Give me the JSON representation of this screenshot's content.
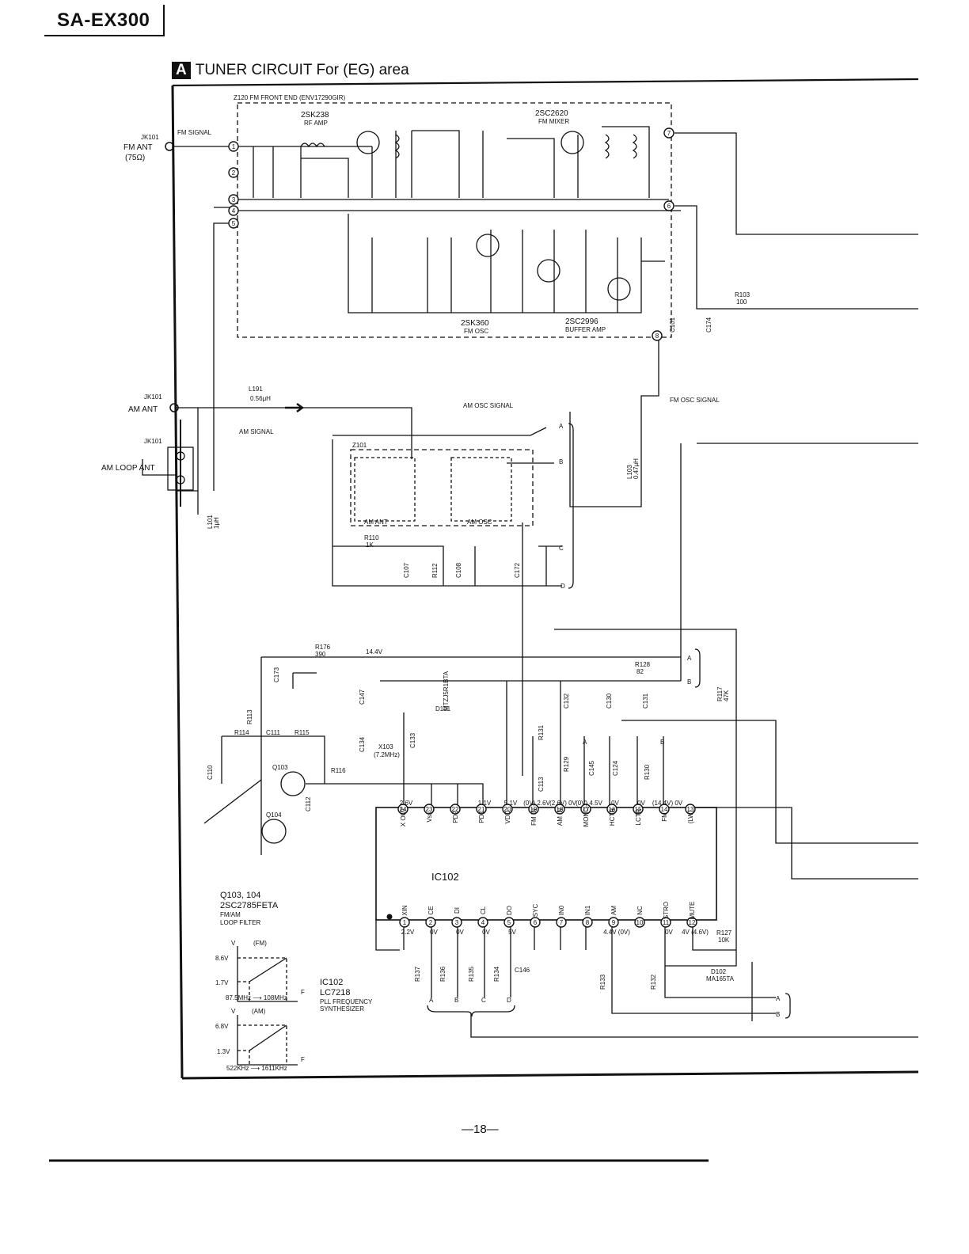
{
  "header": {
    "model": "SA-EX300"
  },
  "section": {
    "badge": "A",
    "title": "TUNER CIRCUIT For (EG) area"
  },
  "front_end": {
    "module": "Z120 FM FRONT END (ENV17290GIR)",
    "rf_amp_part": "2SK238",
    "rf_amp_role": "RF AMP",
    "mixer_part": "2SC2620",
    "mixer_role": "FM MIXER",
    "osc_part": "2SK360",
    "osc_role": "FM OSC",
    "buffer_part": "2SC2996",
    "buffer_role": "BUFFER AMP"
  },
  "connectors": {
    "jk_label": "JK101",
    "fm_signal": "FM SIGNAL",
    "fm_ant": "FM ANT",
    "fm_ohm": "(75Ω)",
    "am_ant": "AM ANT",
    "am_loop": "AM LOOP ANT"
  },
  "am_section": {
    "l191": "L191",
    "l191_val": "0.56μH",
    "am_signal": "AM SIGNAL",
    "am_osc_signal": "AM OSC SIGNAL",
    "fm_osc_signal": "FM OSC SIGNAL",
    "z101": "Z101",
    "am_ant_block": "AM ANT",
    "am_osc_block": "AM OSC",
    "l101": "L101",
    "l101_val": "1μH",
    "l103": "L103",
    "l103_val": "0.47μH",
    "r110": "R110",
    "r110_val": "1K"
  },
  "bus_letters": [
    "A",
    "B",
    "C",
    "D"
  ],
  "feed": {
    "r176": "R176",
    "r176_val": "390",
    "volt": "14.4V",
    "r128": "R128",
    "r128_val": "82",
    "r117": "R117",
    "r117_val": "47K"
  },
  "ic102": {
    "name": "IC102",
    "top_pins": [
      {
        "n": "24",
        "name": "X OUT",
        "v": "2.6V"
      },
      {
        "n": "23",
        "name": "Vss",
        "v": ""
      },
      {
        "n": "22",
        "name": "PD2",
        "v": ""
      },
      {
        "n": "21",
        "name": "PD1",
        "v": "1.1V"
      },
      {
        "n": "20",
        "name": "VDD",
        "v": "5.1V"
      },
      {
        "n": "19",
        "name": "FM IN",
        "v": "(0V) 2.6V"
      },
      {
        "n": "18",
        "name": "AM IN",
        "v": "(2.6V) 0V"
      },
      {
        "n": "17",
        "name": "MONO",
        "v": "(0V) 4.5V"
      },
      {
        "n": "16",
        "name": "HCTR",
        "v": "0V"
      },
      {
        "n": "15",
        "name": "LCTR",
        "v": "0V"
      },
      {
        "n": "14",
        "name": "FM",
        "v": "(14.4V) 0V"
      },
      {
        "n": "13",
        "name": "(LW)",
        "v": ""
      }
    ],
    "bottom_pins": [
      {
        "n": "1",
        "name": "XIN",
        "v": "2.2V"
      },
      {
        "n": "2",
        "name": "CE",
        "v": "0V"
      },
      {
        "n": "3",
        "name": "DI",
        "v": "0V"
      },
      {
        "n": "4",
        "name": "CL",
        "v": "0V"
      },
      {
        "n": "5",
        "name": "DO",
        "v": "5V"
      },
      {
        "n": "6",
        "name": "SYC",
        "v": ""
      },
      {
        "n": "7",
        "name": "IN0",
        "v": ""
      },
      {
        "n": "8",
        "name": "IN1",
        "v": ""
      },
      {
        "n": "9",
        "name": "AM",
        "v": "4.4V (0V)"
      },
      {
        "n": "10",
        "name": "NC",
        "v": ""
      },
      {
        "n": "11",
        "name": "STRO",
        "v": "0V"
      },
      {
        "n": "12",
        "name": "MUTE",
        "v": "4V (4.6V)"
      }
    ]
  },
  "notes": {
    "q_part": "Q103, 104",
    "q_type": "2SC2785FETA",
    "q_role1": "FM/AM",
    "q_role2": "LOOP FILTER",
    "ic_ref": "IC102",
    "ic_type": "LC7218",
    "ic_role1": "PLL FREQUENCY",
    "ic_role2": "SYNTHESIZER"
  },
  "graphs": {
    "fm": {
      "title": "(FM)",
      "v_axis": "V",
      "f_axis": "F",
      "v_high": "8.6V",
      "v_low": "1.7V",
      "f_range": "87.5MHz ⟶ 108MHz"
    },
    "am": {
      "title": "(AM)",
      "v_axis": "V",
      "f_axis": "F",
      "v_high": "6.8V",
      "v_low": "1.3V",
      "f_range": "522KHz ⟶ 1611KHz"
    }
  },
  "components": {
    "q103": "Q103",
    "q104": "Q104",
    "x103": "X103",
    "x103_val": "(7.2MHz)",
    "d101": "D101",
    "d101_val": "MTZJ5R1BTA",
    "d102": "D102",
    "d102_val": "MA165TA",
    "r103": "R103",
    "r103_val": "100",
    "c101": "C101",
    "c174": "C174",
    "r127": "R127",
    "r127_val": "10K",
    "r113": "R113",
    "r114": "R114",
    "r115": "R115",
    "r116": "R116",
    "c110": "C110",
    "c111": "C111",
    "c112": "C112",
    "c173": "C173",
    "c147": "C147",
    "c134": "C134",
    "c133": "C133",
    "r131": "R131",
    "c132": "C132",
    "c130": "C130",
    "c131": "C131",
    "c113": "C113",
    "r129": "R129",
    "c145": "C145",
    "c124": "C124",
    "r130": "R130",
    "r137": "R137",
    "r136": "R136",
    "r135": "R135",
    "r134": "R134",
    "c146": "C146",
    "r133": "R133",
    "r132": "R132",
    "c107": "C107",
    "r112": "R112",
    "c108": "C108",
    "c172": "C172"
  },
  "footer": {
    "page": "—18—"
  }
}
